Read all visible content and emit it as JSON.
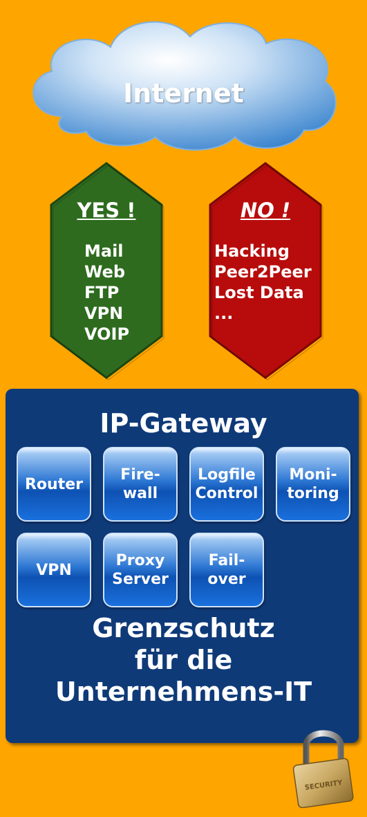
{
  "cloud": {
    "label": "Internet"
  },
  "allowed": {
    "title": "YES !",
    "items": [
      "Mail",
      "Web",
      "FTP",
      "VPN",
      "VOIP"
    ],
    "color": "#2E6B1F"
  },
  "blocked": {
    "title": "NO !",
    "items": [
      "Hacking",
      "Peer2Peer",
      "Lost Data",
      "..."
    ],
    "color": "#B80C0C"
  },
  "gateway": {
    "title": "IP-Gateway",
    "modules": [
      {
        "label": "Router"
      },
      {
        "label": "Fire-\nwall"
      },
      {
        "label": "Logfile\nControl"
      },
      {
        "label": "Moni-\ntoring"
      },
      {
        "label": "VPN"
      },
      {
        "label": "Proxy\nServer"
      },
      {
        "label": "Fail-\nover"
      }
    ],
    "subtitle": [
      "Grenzschutz",
      "für die",
      "Unternehmens-IT"
    ],
    "color": "#0F3A78"
  },
  "padlock": {
    "label": "SECURITY",
    "icon": "padlock-icon"
  },
  "colors": {
    "background": "#FFA500",
    "module_blue": "#1A6BD6"
  }
}
